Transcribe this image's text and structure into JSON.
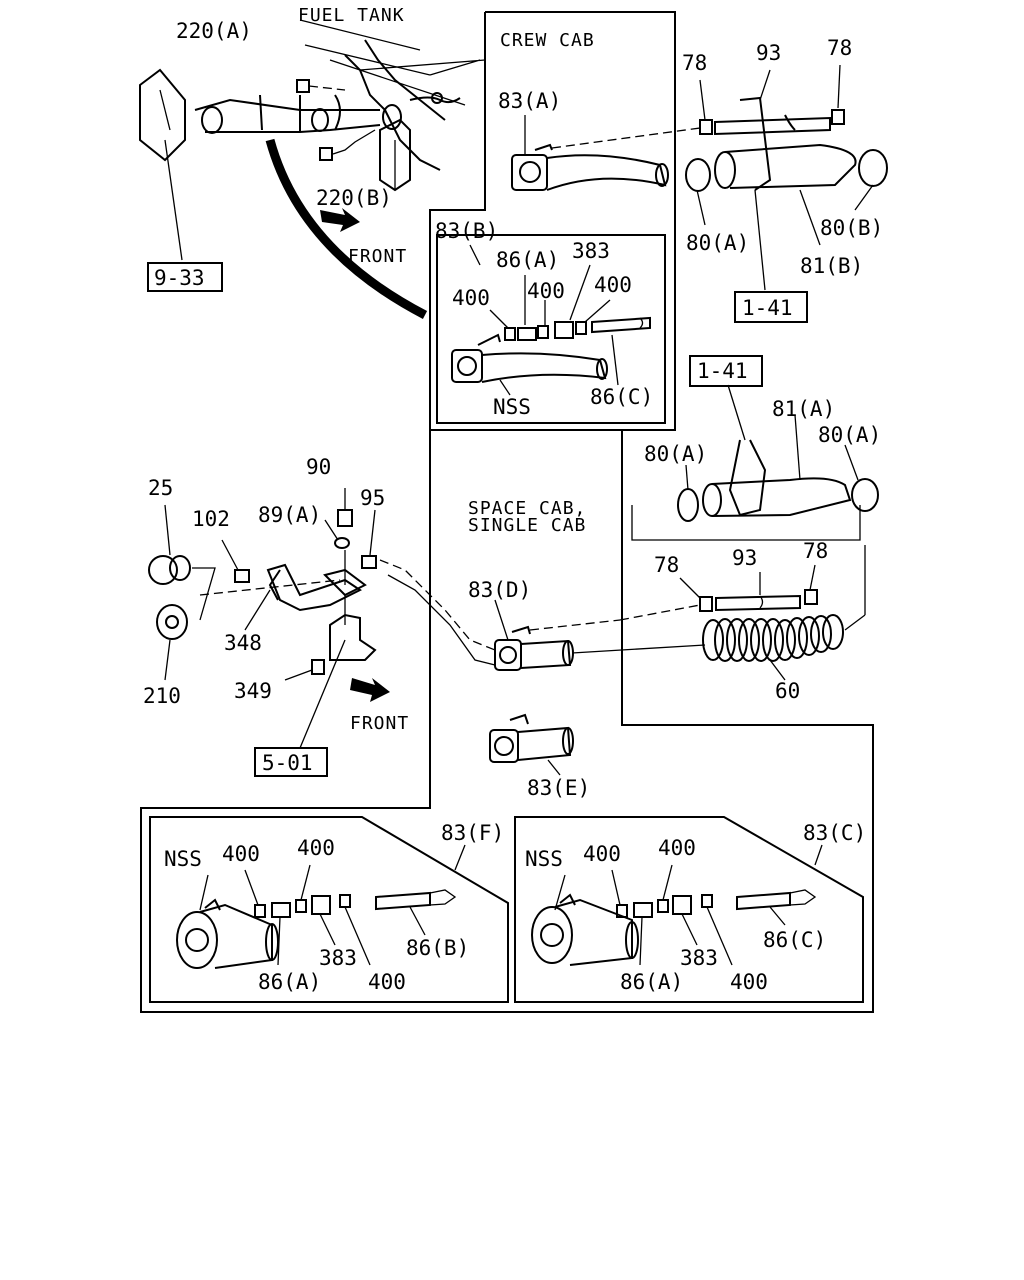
{
  "headings": {
    "fuel_tank": "FUEL TANK",
    "crew_cab": "CREW CAB",
    "space_cab": "SPACE CAB,",
    "single_cab": "SINGLE CAB",
    "front_top": "FRONT",
    "front_mid": "FRONT"
  },
  "refs": {
    "r933": "9-33",
    "r141a": "1-41",
    "r141b": "1-41",
    "r501": "5-01"
  },
  "labels": {
    "p220a": "220(A)",
    "p220b": "220(B)",
    "p83a": "83(A)",
    "p78a": "78",
    "p93a": "93",
    "p78b": "78",
    "p80a1": "80(A)",
    "p80b": "80(B)",
    "p81b": "81(B)",
    "p83b": "83(B)",
    "p86a_b": "86(A)",
    "p383_b": "383",
    "p400_b1": "400",
    "p400_b2": "400",
    "p400_b3": "400",
    "pnss_b": "NSS",
    "p86c_b": "86(C)",
    "p81a": "81(A)",
    "p80a2": "80(A)",
    "p80a3": "80(A)",
    "p90": "90",
    "p25": "25",
    "p102": "102",
    "p89a": "89(A)",
    "p95": "95",
    "p348": "348",
    "p210": "210",
    "p349": "349",
    "p83d": "83(D)",
    "p78c": "78",
    "p93b": "93",
    "p78d": "78",
    "p60": "60",
    "p83e": "83(E)",
    "p83f": "83(F)",
    "pnss_f": "NSS",
    "p400_f1": "400",
    "p400_f2": "400",
    "p86a_f": "86(A)",
    "p383_f": "383",
    "p400_f3": "400",
    "p86b_f": "86(B)",
    "p83c": "83(C)",
    "pnss_c": "NSS",
    "p400_c1": "400",
    "p400_c2": "400",
    "p86a_c": "86(A)",
    "p383_c": "383",
    "p400_c3": "400",
    "p86c_c": "86(C)"
  }
}
